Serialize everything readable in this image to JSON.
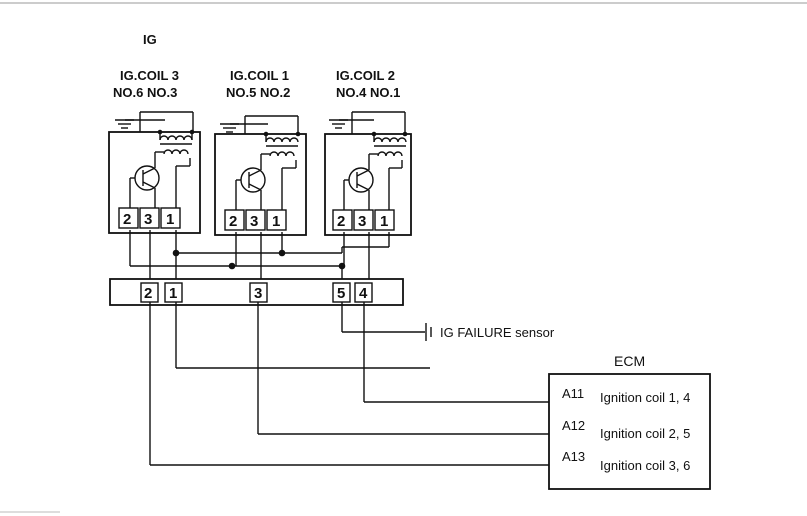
{
  "ig_label": "IG",
  "coils": [
    {
      "line1": "IG.COIL 3",
      "line2": "NO.6 NO.3",
      "pins": [
        "2",
        "3",
        "1"
      ]
    },
    {
      "line1": "IG.COIL 1",
      "line2": "NO.5 NO.2",
      "pins": [
        "2",
        "3",
        "1"
      ]
    },
    {
      "line1": "IG.COIL 2",
      "line2": "NO.4 NO.1",
      "pins": [
        "2",
        "3",
        "1"
      ]
    }
  ],
  "connector": {
    "pins": [
      "2",
      "1",
      "3",
      "5",
      "4"
    ]
  },
  "sensor_label": "IG FAILURE sensor",
  "ecm": {
    "title": "ECM",
    "terminals": [
      {
        "pin": "A11",
        "signal": "Ignition coil 1, 4"
      },
      {
        "pin": "A12",
        "signal": "Ignition coil 2, 5"
      },
      {
        "pin": "A13",
        "signal": "Ignition coil 3, 6"
      }
    ]
  }
}
